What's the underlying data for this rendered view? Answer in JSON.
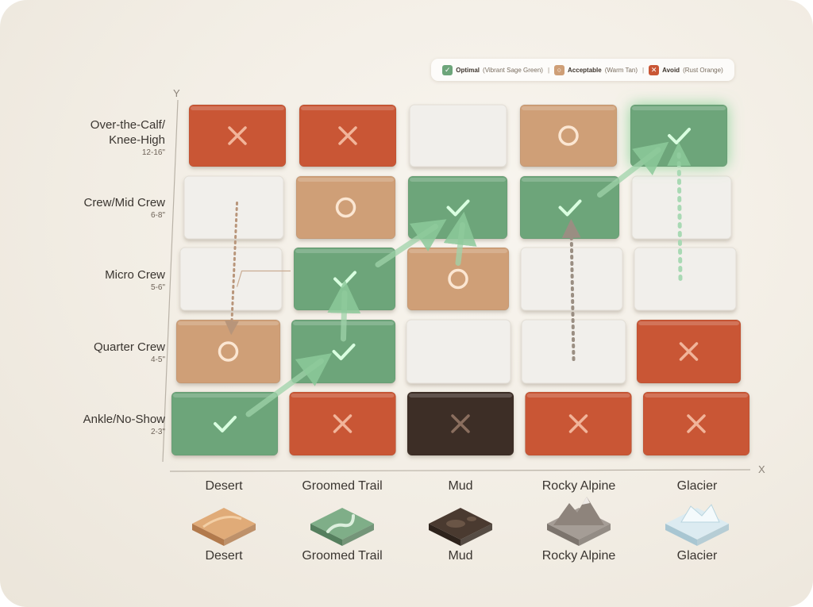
{
  "chart_data": {
    "type": "heatmap",
    "title": "",
    "xlabel": "X",
    "ylabel": "Y",
    "x_categories": [
      "Desert",
      "Groomed Trail",
      "Mud",
      "Rocky Alpine",
      "Glacier"
    ],
    "y_categories": [
      {
        "name": "Ankle/No-Show",
        "range": "2-3\""
      },
      {
        "name": "Quarter Crew",
        "range": "4-5\""
      },
      {
        "name": "Micro Crew",
        "range": "5-6\""
      },
      {
        "name": "Crew/Mid Crew",
        "range": "6-8\""
      },
      {
        "name": "Over-the-Calf/\nKnee-High",
        "range": "12-16\""
      }
    ],
    "cells": [
      [
        "optimal",
        "avoid",
        "avoid-dark",
        "avoid",
        "avoid"
      ],
      [
        "acceptable",
        "optimal",
        "empty",
        "empty",
        "avoid"
      ],
      [
        "empty",
        "optimal",
        "acceptable",
        "empty",
        "empty"
      ],
      [
        "empty",
        "acceptable",
        "optimal",
        "optimal",
        "empty"
      ],
      [
        "avoid",
        "avoid",
        "empty",
        "acceptable",
        "optimal"
      ]
    ],
    "legend": {
      "placement": "top-right",
      "items": [
        {
          "key": "optimal",
          "name": "Optimal",
          "note": "(Vibrant Sage Green)",
          "symbol": "✓"
        },
        {
          "key": "acceptable",
          "name": "Acceptable",
          "note": "(Warm Tan)",
          "symbol": "○"
        },
        {
          "key": "avoid",
          "name": "Avoid",
          "note": "(Rust Orange)",
          "symbol": "✕"
        }
      ]
    },
    "terrain_icons": [
      "Desert",
      "Groomed Trail",
      "Mud",
      "Rocky Alpine",
      "Glacier"
    ],
    "grid": false
  },
  "colors": {
    "optimal": "#6da57a",
    "acceptable": "#cf9f77",
    "avoid": "#c95634",
    "avoid_dark": "#3e2f27",
    "empty": "#f1efeb"
  },
  "icons": {
    "optimal": "check-icon",
    "acceptable": "circle-icon",
    "avoid": "cross-icon"
  }
}
